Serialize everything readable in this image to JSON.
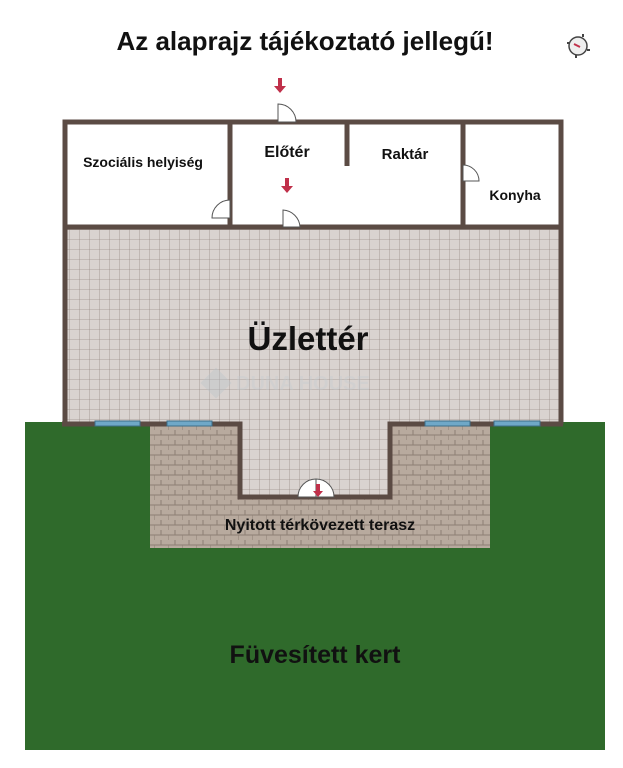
{
  "title": "Az alaprajz tájékoztató jellegű!",
  "rooms": {
    "social": "Szociális helyiség",
    "hall": "Előtér",
    "storage": "Raktár",
    "kitchen": "Konyha",
    "shop": "Üzlettér",
    "terrace": "Nyitott térkövezett terasz",
    "garden": "Füvesített kert"
  },
  "watermark": "DUNA HOUSE",
  "colors": {
    "wall": "#5b4b44",
    "floor_tile": "#d9d3d0",
    "garden": "#2f6a2b",
    "terrace": "#b6a89c",
    "window": "#6fa8c8",
    "arrow": "#c0304a"
  }
}
